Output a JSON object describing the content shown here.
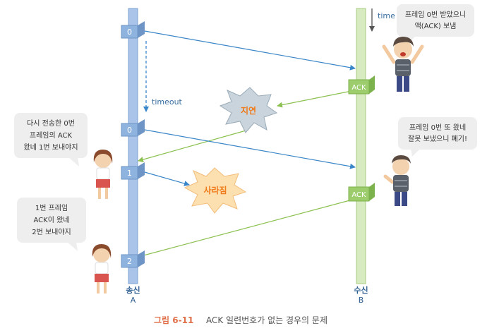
{
  "colors": {
    "sender_bar": "#a9c4e8",
    "sender_bar_edge": "#7fa3d2",
    "receiver_bar": "#d7eac0",
    "receiver_bar_edge": "#a8cc84",
    "sender_box": "#8fb3df",
    "receiver_box": "#9ccc6c",
    "send_arrow": "#3a86c8",
    "ack_arrow": "#8cc151",
    "timeout_arrow": "#3a86c8",
    "cloud_delay": "#c9d4dd",
    "cloud_lost": "#fde0b0",
    "cloud_text": "#f07a1a",
    "bubble_fill": "#eeeeee",
    "caption_label": "#e0704a",
    "caption_text": "#555555"
  },
  "labels": {
    "time": "time",
    "timeout": "timeout",
    "sender": "송신",
    "sender_id": "A",
    "receiver": "수신",
    "receiver_id": "B"
  },
  "frames": {
    "sender": [
      "0",
      "0",
      "1",
      "2"
    ],
    "receiver": [
      "ACK",
      "ACK"
    ]
  },
  "clouds": {
    "delay": "지연",
    "lost": "사라짐"
  },
  "bubbles": {
    "receiver_top": [
      "프레임 0번 받았으니",
      "액(ACK) 보냄"
    ],
    "receiver_mid": [
      "프레임 0번 또 왔네",
      "잘못 보냈으니 폐기!"
    ],
    "sender_top": [
      "다시 전송한 0번",
      "프레임의 ACK",
      "왔네 1번 보내야지"
    ],
    "sender_bottom": [
      "1번 프레임",
      "ACK이 왔네",
      "2번 보내야지"
    ]
  },
  "caption": {
    "label": "그림 6-11",
    "text": "ACK 일련번호가 없는 경우의 문제"
  }
}
